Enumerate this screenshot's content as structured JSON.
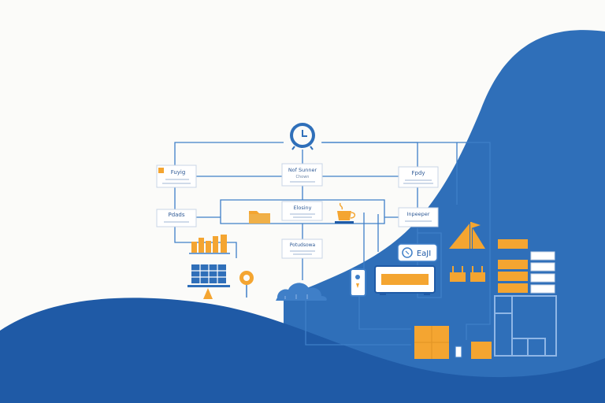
{
  "colors": {
    "background": "#fbfbf9",
    "wave_dark": "#1f5aa6",
    "wave_mid": "#2f6fb9",
    "line": "#3f7fc8",
    "accent_orange": "#f4a531",
    "card_border": "#c9d6e6"
  },
  "nodes": {
    "top_left": {
      "title": "Fuyig"
    },
    "top_center": {
      "title": "Nof Sunner",
      "subtitle": "Chown"
    },
    "top_right": {
      "title": "Fpdy"
    },
    "mid_left": {
      "title": "Pdads"
    },
    "mid_center": {
      "title": "Elosiny"
    },
    "mid_right": {
      "title": "Inpeeper"
    },
    "low_center": {
      "title": "Potudsowa"
    }
  },
  "badge": {
    "label": "EaJI"
  },
  "icons": [
    "clock-icon",
    "folder-icon",
    "coffee-cup-icon",
    "bar-chart-icon",
    "solar-panel-icon",
    "sunflower-icon",
    "cloud-icon",
    "phone-icon",
    "monitor-icon",
    "sailboat-icon",
    "server-stack-icon",
    "building-icon",
    "box-icon"
  ]
}
